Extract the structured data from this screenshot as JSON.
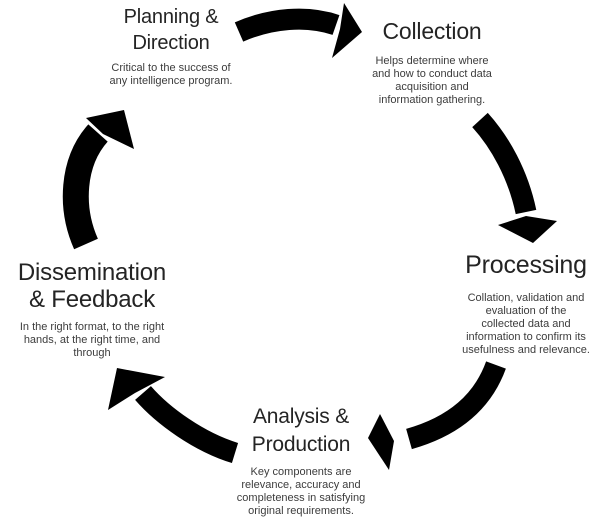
{
  "colors": {
    "background": "#ffffff",
    "arrow": "#000000",
    "title_text": "#242424",
    "body_text": "#3c3c3c"
  },
  "stages": [
    {
      "id": "planning",
      "title": "Planning &\nDirection",
      "description": "Critical to the success of\nany intelligence program."
    },
    {
      "id": "collection",
      "title": "Collection",
      "description": "Helps determine where\nand how to conduct data\nacquisition and\ninformation gathering."
    },
    {
      "id": "processing",
      "title": "Processing",
      "description": "Collation, validation and\nevaluation of the\ncollected data and\ninformation to confirm its\nusefulness and relevance."
    },
    {
      "id": "analysis",
      "title": "Analysis &\nProduction",
      "description": "Key components are\nrelevance, accuracy and\ncompleteness in satisfying\noriginal requirements."
    },
    {
      "id": "dissemination",
      "title": "Dissemination\n& Feedback",
      "description": "In the right format, to the right\nhands, at the right time, and\nthrough"
    }
  ],
  "arrows": [
    {
      "name": "arrow-planning-to-collection",
      "from": "Planning & Direction",
      "to": "Collection"
    },
    {
      "name": "arrow-collection-to-processing",
      "from": "Collection",
      "to": "Processing"
    },
    {
      "name": "arrow-processing-to-analysis",
      "from": "Processing",
      "to": "Analysis & Production"
    },
    {
      "name": "arrow-analysis-to-dissemination",
      "from": "Analysis & Production",
      "to": "Dissemination & Feedback"
    },
    {
      "name": "arrow-dissemination-to-planning",
      "from": "Dissemination & Feedback",
      "to": "Planning & Direction"
    }
  ]
}
